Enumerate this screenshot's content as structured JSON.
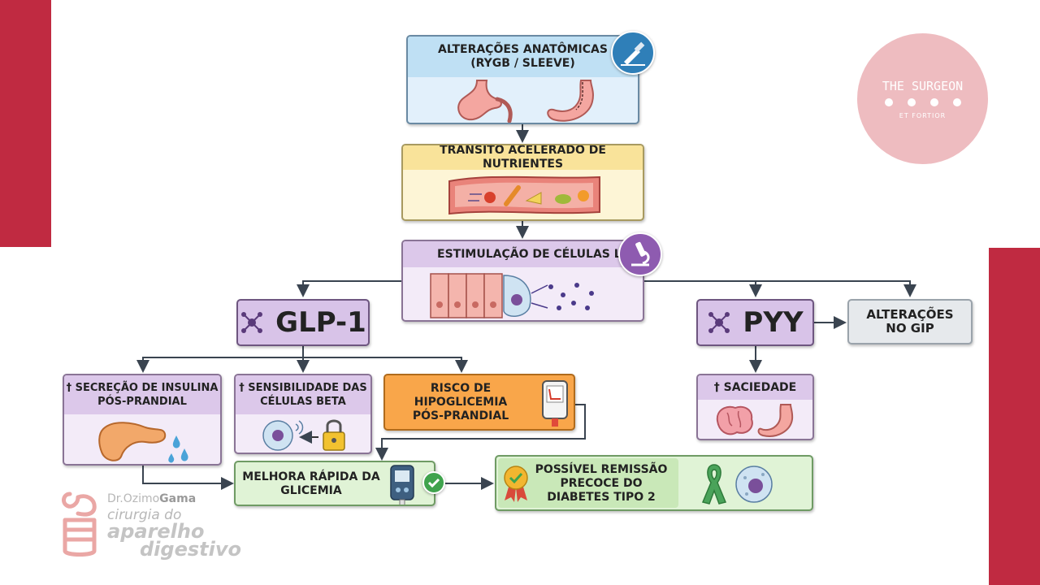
{
  "nodes": {
    "anatomical": "ALTERAÇÕES ANATÔMICAS\n(RYGB / SLEEVE)",
    "transit": "TRÂNSITO ACELERADO DE NUTRIENTES",
    "lcells": "ESTIMULAÇÃO DE CÉLULAS L",
    "glp1": "GLP-1",
    "pyy": "PYY",
    "gip": "ALTERAÇÕES\nNO GIP",
    "insulin": "† SECREÇÃO DE INSULINA\nPÓS-PRANDIAL",
    "beta": "† SENSIBILIDADE DAS\nCÉLULAS BETA",
    "hypo": "RISCO DE\nHIPOGLICEMIA\nPÓS-PRANDIAL",
    "satiety": "† SACIEDADE",
    "glycemia": "MELHORA RÁPIDA DA\nGLICEMIA",
    "remission": "POSSÍVEL REMISSÃO\nPRECOCE DO\nDIABETES TIPO 2"
  },
  "logo_surgeon": {
    "title": "THE SURGEON",
    "motto": "ET FORTIOR",
    "color": "#eebcc0"
  },
  "logo_doctor": {
    "name_prefix": "Dr.Ozimo",
    "name_suffix": "Gama",
    "line1": "cirurgia do",
    "line2": "aparelho",
    "line3": "digestivo"
  },
  "colors": {
    "accent_bar": "#c02a41",
    "blue": "#bfe0f4",
    "yellow": "#f9e39a",
    "purple": "#dcc8ea",
    "green": "#e0f3d6",
    "orange": "#f9a64a",
    "gray": "#e6e9ec"
  }
}
